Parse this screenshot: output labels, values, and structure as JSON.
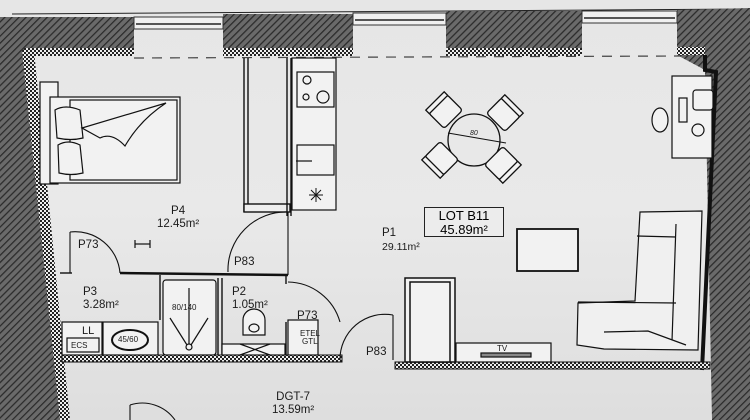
{
  "lot": {
    "name": "LOT B11",
    "total_area": "45.89m²"
  },
  "rooms": [
    {
      "id": "P1",
      "area": "29.11m²"
    },
    {
      "id": "P2",
      "area": "1.05m²"
    },
    {
      "id": "P3",
      "area": "3.28m²"
    },
    {
      "id": "P4",
      "area": "12.45m²"
    },
    {
      "id": "DGT-7",
      "area": "13.59m²"
    }
  ],
  "doors": [
    {
      "label": "P73",
      "location": "P3"
    },
    {
      "label": "P83",
      "location": "P4"
    },
    {
      "label": "P73",
      "location": "P2"
    },
    {
      "label": "P83",
      "location": "P1"
    }
  ],
  "fixtures": {
    "shower": "80/140",
    "sink": "45/60",
    "laundry": "LL",
    "water_heater": "ECS",
    "electrical_panel_line1": "ETEL",
    "electrical_panel_line2": "GTL",
    "tv": "TV",
    "dining_table_diameter": "80"
  },
  "colors": {
    "wall_hatch": "#3a3a3a",
    "line": "#1a1a1a",
    "paper": "#e8e8e8"
  }
}
